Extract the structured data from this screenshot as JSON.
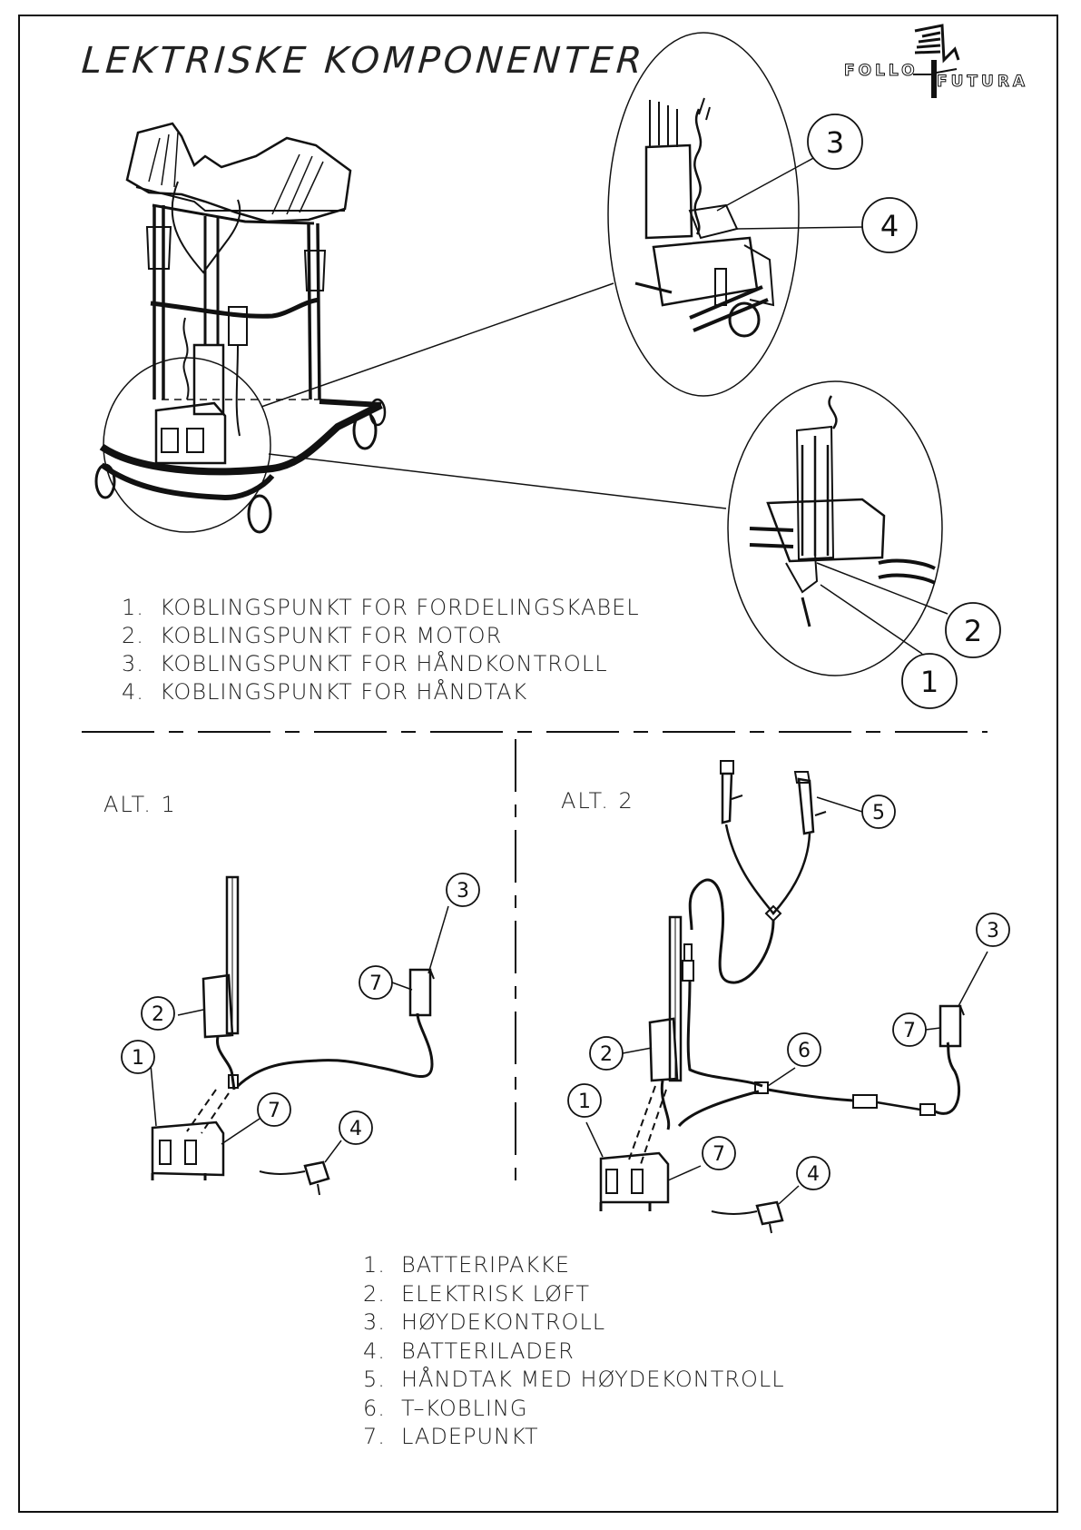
{
  "title": "LEKTRISKE KOMPONENTER",
  "logo": {
    "word1": "FOLLO",
    "word2": "FUTURA"
  },
  "connection_points": [
    {
      "num": "1.",
      "text": "KOBLINGSPUNKT FOR FORDELINGSKABEL"
    },
    {
      "num": "2.",
      "text": "KOBLINGSPUNKT FOR MOTOR"
    },
    {
      "num": "3.",
      "text": "KOBLINGSPUNKT FOR HÅNDKONTROLL"
    },
    {
      "num": "4.",
      "text": "KOBLINGSPUNKT FOR HÅNDTAK"
    }
  ],
  "alternatives": {
    "alt1": "ALT. 1",
    "alt2": "ALT. 2"
  },
  "components": [
    {
      "num": "1.",
      "text": "BATTERIPAKKE"
    },
    {
      "num": "2.",
      "text": "ELEKTRISK LØFT"
    },
    {
      "num": "3.",
      "text": "HØYDEKONTROLL"
    },
    {
      "num": "4.",
      "text": "BATTERILADER"
    },
    {
      "num": "5.",
      "text": "HÅNDTAK MED HØYDEKONTROLL"
    },
    {
      "num": "6.",
      "text": "T–KOBLING"
    },
    {
      "num": "7.",
      "text": "LADEPUNKT"
    }
  ],
  "callouts": {
    "top_detail_3": "3",
    "top_detail_4": "4",
    "top_detail_2": "2",
    "top_detail_1": "1",
    "alt1_1": "1",
    "alt1_2": "2",
    "alt1_3": "3",
    "alt1_4": "4",
    "alt1_7a": "7",
    "alt1_7b": "7",
    "alt2_1": "1",
    "alt2_2": "2",
    "alt2_3": "3",
    "alt2_4": "4",
    "alt2_5": "5",
    "alt2_6": "6",
    "alt2_7a": "7",
    "alt2_7b": "7"
  }
}
